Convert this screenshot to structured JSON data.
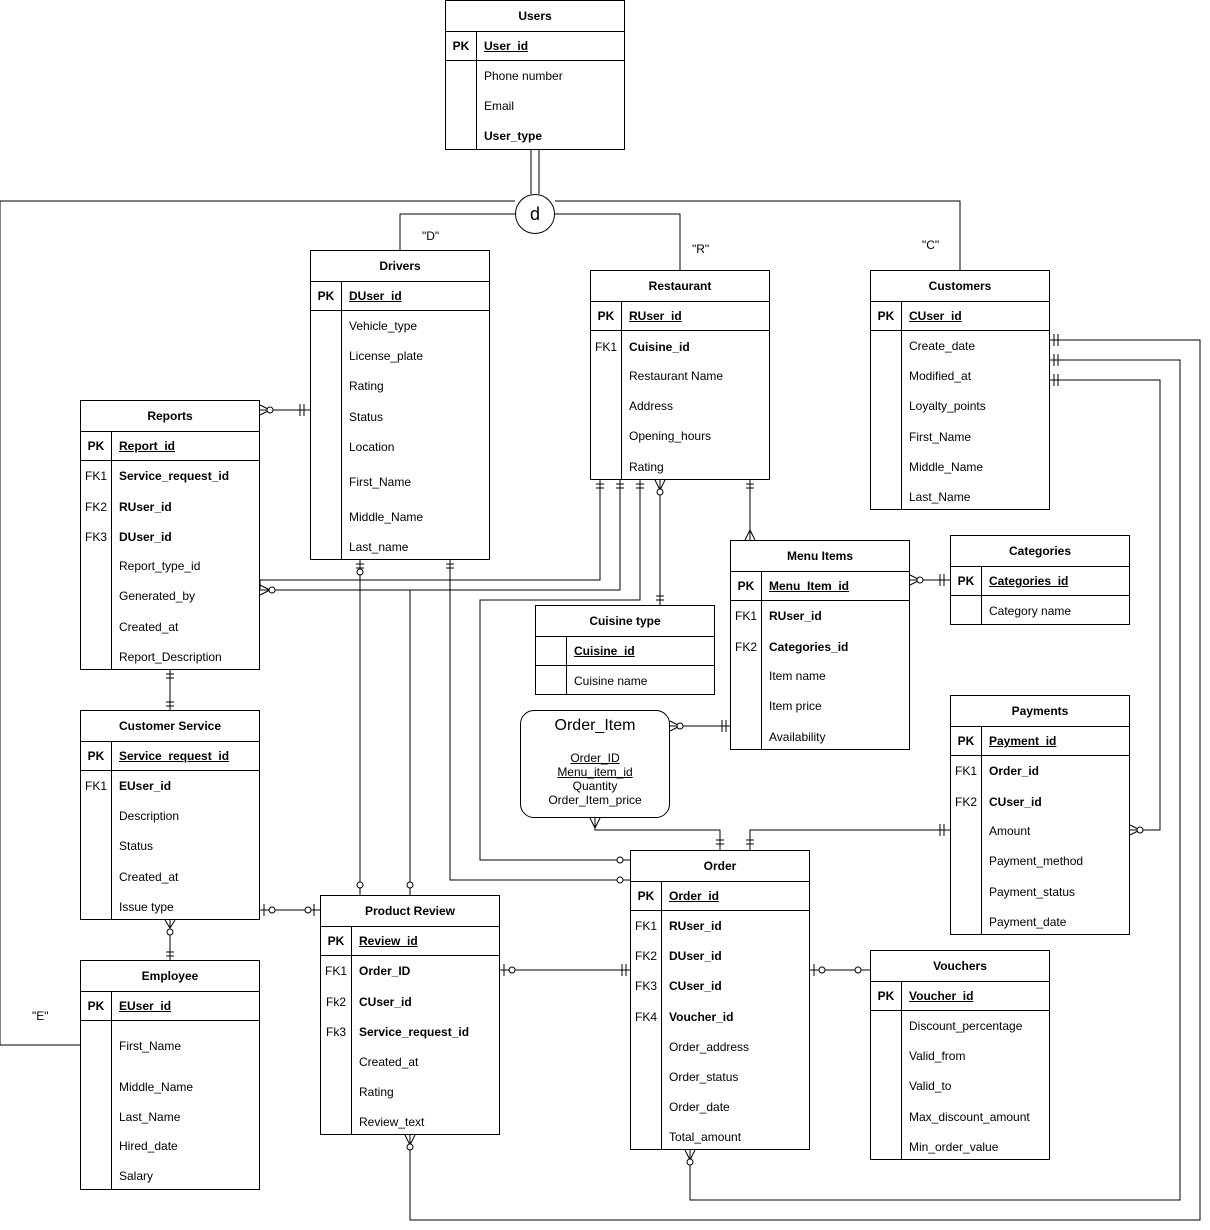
{
  "specialization": {
    "symbol": "d",
    "labels": {
      "drivers": "\"D\"",
      "restaurant": "\"R\"",
      "customers": "\"C\"",
      "employee": "\"E\""
    }
  },
  "entities": {
    "users": {
      "title": "Users",
      "rows": [
        {
          "key": "PK",
          "field": "User_id",
          "style": "pk"
        },
        {
          "key": "",
          "field": "Phone number"
        },
        {
          "key": "",
          "field": "Email"
        },
        {
          "key": "",
          "field": "User_type",
          "style": "b"
        }
      ]
    },
    "drivers": {
      "title": "Drivers",
      "rows": [
        {
          "key": "PK",
          "field": "DUser_id",
          "style": "pk"
        },
        {
          "key": "",
          "field": "Vehicle_type"
        },
        {
          "key": "",
          "field": "License_plate"
        },
        {
          "key": "",
          "field": "Rating"
        },
        {
          "key": "",
          "field": "Status"
        },
        {
          "key": "",
          "field": "Location"
        },
        {
          "key": "",
          "field": "First_Name"
        },
        {
          "key": "",
          "field": "Middle_Name"
        },
        {
          "key": "",
          "field": "Last_name"
        }
      ]
    },
    "restaurant": {
      "title": "Restaurant",
      "rows": [
        {
          "key": "PK",
          "field": "RUser_id",
          "style": "pk"
        },
        {
          "key": "FK1",
          "field": "Cuisine_id",
          "style": "b"
        },
        {
          "key": "",
          "field": "Restaurant Name"
        },
        {
          "key": "",
          "field": "Address"
        },
        {
          "key": "",
          "field": "Opening_hours"
        },
        {
          "key": "",
          "field": "Rating"
        }
      ]
    },
    "customers": {
      "title": "Customers",
      "rows": [
        {
          "key": "PK",
          "field": "CUser_id",
          "style": "pk"
        },
        {
          "key": "",
          "field": "Create_date"
        },
        {
          "key": "",
          "field": "Modified_at"
        },
        {
          "key": "",
          "field": "Loyalty_points"
        },
        {
          "key": "",
          "field": "First_Name"
        },
        {
          "key": "",
          "field": "Middle_Name"
        },
        {
          "key": "",
          "field": "Last_Name"
        }
      ]
    },
    "reports": {
      "title": "Reports",
      "rows": [
        {
          "key": "PK",
          "field": "Report_id",
          "style": "pk"
        },
        {
          "key": "FK1",
          "field": "Service_request_id",
          "style": "b"
        },
        {
          "key": "FK2",
          "field": "RUser_id",
          "style": "b"
        },
        {
          "key": "FK3",
          "field": "DUser_id",
          "style": "b"
        },
        {
          "key": "",
          "field": "Report_type_id"
        },
        {
          "key": "",
          "field": "Generated_by"
        },
        {
          "key": "",
          "field": "Created_at"
        },
        {
          "key": "",
          "field": "Report_Description"
        }
      ]
    },
    "menu_items": {
      "title": "Menu Items",
      "rows": [
        {
          "key": "PK",
          "field": "Menu_Item_id",
          "style": "pk"
        },
        {
          "key": "FK1",
          "field": "RUser_id",
          "style": "b"
        },
        {
          "key": "FK2",
          "field": "Categories_id",
          "style": "b"
        },
        {
          "key": "",
          "field": "Item name"
        },
        {
          "key": "",
          "field": "Item price"
        },
        {
          "key": "",
          "field": "Availability"
        }
      ]
    },
    "categories": {
      "title": "Categories",
      "rows": [
        {
          "key": "PK",
          "field": "Categories_id",
          "style": "pk"
        },
        {
          "key": "",
          "field": "Category name"
        }
      ]
    },
    "cuisine_type": {
      "title": "Cuisine type",
      "rows": [
        {
          "key": "",
          "field": "Cuisine_id",
          "style": "pk"
        },
        {
          "key": "",
          "field": "Cuisine name"
        }
      ]
    },
    "customer_service": {
      "title": "Customer Service",
      "rows": [
        {
          "key": "PK",
          "field": "Service_request_id",
          "style": "pk"
        },
        {
          "key": "FK1",
          "field": "EUser_id",
          "style": "b"
        },
        {
          "key": "",
          "field": "Description"
        },
        {
          "key": "",
          "field": "Status"
        },
        {
          "key": "",
          "field": "Created_at"
        },
        {
          "key": "",
          "field": "Issue type"
        }
      ]
    },
    "payments": {
      "title": "Payments",
      "rows": [
        {
          "key": "PK",
          "field": "Payment_id",
          "style": "pk"
        },
        {
          "key": "FK1",
          "field": "Order_id",
          "style": "b"
        },
        {
          "key": "FK2",
          "field": "CUser_id",
          "style": "b"
        },
        {
          "key": "",
          "field": "Amount"
        },
        {
          "key": "",
          "field": "Payment_method"
        },
        {
          "key": "",
          "field": "Payment_status"
        },
        {
          "key": "",
          "field": "Payment_date"
        }
      ]
    },
    "order": {
      "title": "Order",
      "rows": [
        {
          "key": "PK",
          "field": "Order_id",
          "style": "pk"
        },
        {
          "key": "FK1",
          "field": "RUser_id",
          "style": "b"
        },
        {
          "key": "FK2",
          "field": "DUser_id",
          "style": "b"
        },
        {
          "key": "FK3",
          "field": "CUser_id",
          "style": "b"
        },
        {
          "key": "FK4",
          "field": "Voucher_id",
          "style": "b"
        },
        {
          "key": "",
          "field": "Order_address"
        },
        {
          "key": "",
          "field": "Order_status"
        },
        {
          "key": "",
          "field": "Order_date"
        },
        {
          "key": "",
          "field": "Total_amount"
        }
      ]
    },
    "product_review": {
      "title": "Product Review",
      "rows": [
        {
          "key": "PK",
          "field": "Review_id",
          "style": "pk"
        },
        {
          "key": "FK1",
          "field": "Order_ID",
          "style": "b"
        },
        {
          "key": "Fk2",
          "field": "CUser_id",
          "style": "b"
        },
        {
          "key": "Fk3",
          "field": "Service_request_id",
          "style": "b"
        },
        {
          "key": "",
          "field": "Created_at"
        },
        {
          "key": "",
          "field": "Rating"
        },
        {
          "key": "",
          "field": "Review_text"
        }
      ]
    },
    "employee": {
      "title": "Employee",
      "rows": [
        {
          "key": "PK",
          "field": "EUser_id",
          "style": "pk"
        },
        {
          "key": "",
          "field": "First_Name"
        },
        {
          "key": "",
          "field": "Middle_Name"
        },
        {
          "key": "",
          "field": "Last_Name"
        },
        {
          "key": "",
          "field": "Hired_date"
        },
        {
          "key": "",
          "field": "Salary"
        }
      ]
    },
    "vouchers": {
      "title": "Vouchers",
      "rows": [
        {
          "key": "PK",
          "field": "Voucher_id",
          "style": "pk"
        },
        {
          "key": "",
          "field": "Discount_percentage"
        },
        {
          "key": "",
          "field": "Valid_from"
        },
        {
          "key": "",
          "field": "Valid_to"
        },
        {
          "key": "",
          "field": "Max_discount_amount"
        },
        {
          "key": "",
          "field": "Min_order_value"
        }
      ]
    }
  },
  "order_item": {
    "title": "Order_Item",
    "fields": [
      "Order_ID",
      "Menu_item_id",
      "Quantity",
      "Order_Item_price"
    ]
  }
}
